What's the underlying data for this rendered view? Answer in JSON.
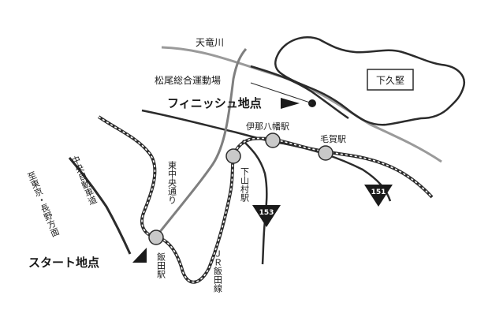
{
  "labels": {
    "tenryu_river": "天竜川",
    "matsuo_ground": "松尾総合運動場",
    "finish": "フィニッシュ地点",
    "shimohisakata": "下久堅",
    "ina_yawata": "伊那八幡駅",
    "kega": "毛賀駅",
    "higashi_chuo_dori": "東中央通り",
    "shimoyamamura": "下山村駅",
    "chuo_expressway": "中央自動車道",
    "tokyo_nagano": "至東京・長野方面",
    "start": "スタート地点",
    "iida_station": "飯田駅",
    "jr_iida_line": "ＪＲ飯田線",
    "route_153": "153",
    "route_151": "151"
  },
  "colors": {
    "road": "#2b2b2b",
    "river": "#9a9a9a",
    "rail_dots": "#ffffff",
    "station_fill": "#c9c9c9",
    "marker": "#1a1a1a"
  }
}
